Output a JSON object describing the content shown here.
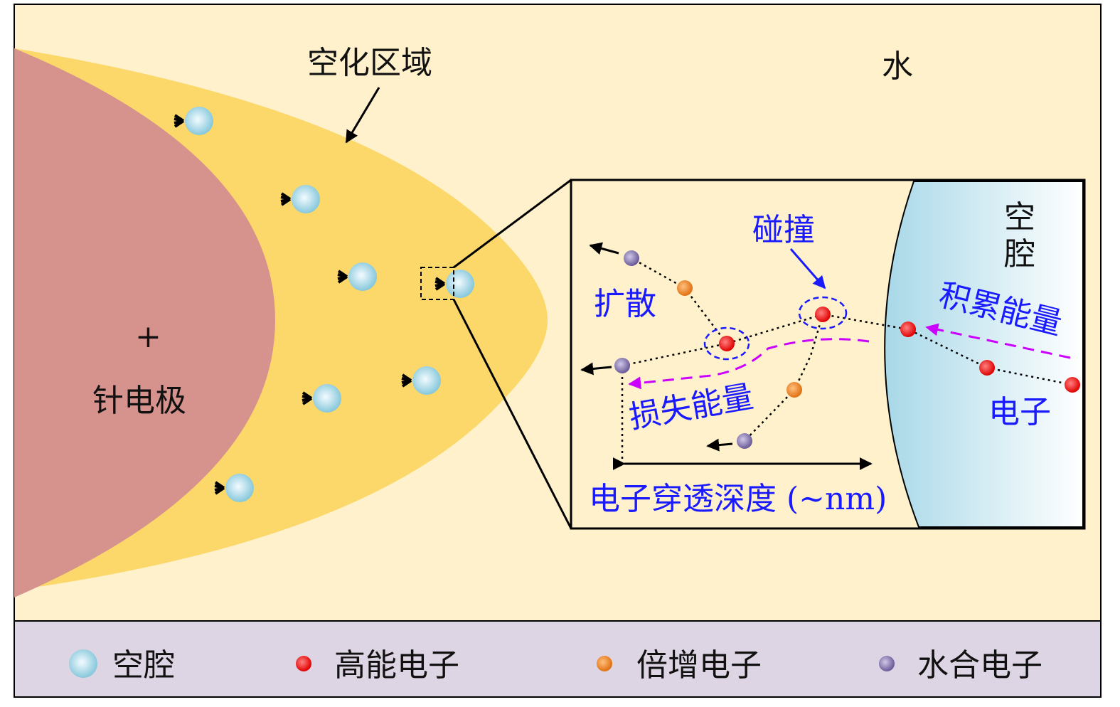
{
  "labels": {
    "depletion_region": "空化区域",
    "water": "水",
    "plus": "+",
    "needle_electrode": "针电极",
    "cavity": [
      "空",
      "腔"
    ],
    "collision": "碰撞",
    "diffusion": "扩散",
    "accumulate_energy": "积累能量",
    "lose_energy": "损失能量",
    "electron": "电子",
    "penetration_depth": "电子穿透深度 (~nm)"
  },
  "legend": [
    {
      "label": "空腔",
      "color": "#a8dbe8"
    },
    {
      "label": "高能电子",
      "color": "#ff1a1a"
    },
    {
      "label": "倍增电子",
      "color": "#f08a2a"
    },
    {
      "label": "水合电子",
      "color": "#8a7ab0"
    }
  ],
  "colors": {
    "water": "#fff1cc",
    "depletion": "#fcd86a",
    "electrode": "#d6928d",
    "legend_bg": "#ddd5e3",
    "text_blue": "#1a1aff",
    "arrow_magenta": "#cc00ff"
  }
}
